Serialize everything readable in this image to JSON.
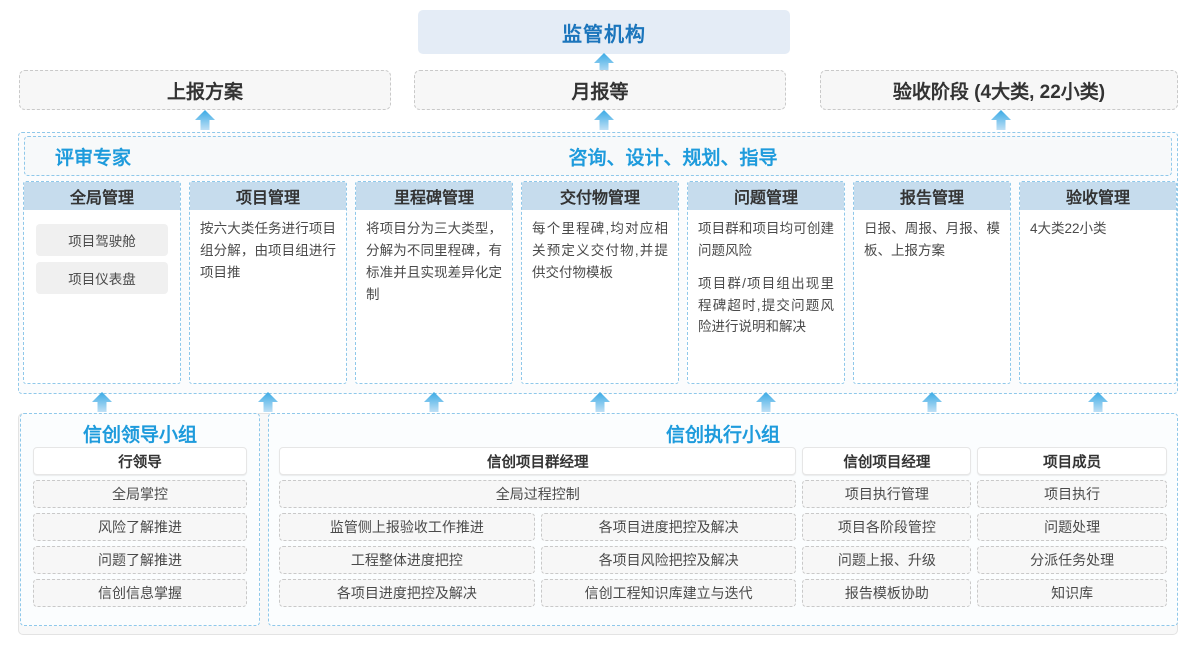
{
  "top": {
    "regulator": "监管机构",
    "channels": [
      {
        "label": "上报方案"
      },
      {
        "label": "月报等"
      },
      {
        "label": "验收阶段 (4大类, 22小类)"
      }
    ]
  },
  "middle": {
    "band_left_label": "评审专家",
    "band_right_label": "咨询、设计、规划、指导",
    "columns": [
      {
        "title": "全局管理",
        "paragraphs": [],
        "chips": [
          "项目驾驶舱",
          "项目仪表盘"
        ]
      },
      {
        "title": "项目管理",
        "paragraphs": [
          "按六大类任务进行项目组分解，由项目组进行项目推"
        ],
        "chips": []
      },
      {
        "title": "里程碑管理",
        "paragraphs": [
          "将项目分为三大类型，分解为不同里程碑，有标准并且实现差异化定制"
        ],
        "chips": []
      },
      {
        "title": "交付物管理",
        "paragraphs": [
          "每个里程碑,均对应相关预定义交付物,并提供交付物模板"
        ],
        "chips": []
      },
      {
        "title": "问题管理",
        "paragraphs": [
          "项目群和项目均可创建问题风险",
          "项目群/项目组出现里程碑超时,提交问题风险进行说明和解决"
        ],
        "chips": []
      },
      {
        "title": "报告管理",
        "paragraphs": [
          "日报、周报、月报、模板、上报方案"
        ],
        "chips": []
      },
      {
        "title": "验收管理",
        "paragraphs": [
          "4大类22小类"
        ],
        "chips": []
      }
    ]
  },
  "bottom": {
    "leader_group": {
      "title": "信创领导小组",
      "role": "行领导",
      "items": [
        "全局掌控",
        "风险了解推进",
        "问题了解推进",
        "信创信息掌握"
      ]
    },
    "exec_group": {
      "title": "信创执行小组",
      "program_manager": {
        "role": "信创项目群经理",
        "full_width_item": "全局过程控制",
        "left_items": [
          "监管侧上报验收工作推进",
          "工程整体进度把控",
          "各项目进度把控及解决"
        ],
        "right_items": [
          "各项目进度把控及解决",
          "各项目风险把控及解决",
          "信创工程知识库建立与迭代"
        ]
      },
      "project_manager": {
        "role": "信创项目经理",
        "items": [
          "项目执行管理",
          "项目各阶段管控",
          "问题上报、升级",
          "报告模板协助"
        ]
      },
      "member": {
        "role": "项目成员",
        "items": [
          "项目执行",
          "问题处理",
          "分派任务处理",
          "知识库"
        ]
      }
    }
  },
  "colors": {
    "accent_blue": "#1e9bdc",
    "title_blue": "#1b75bc",
    "header_fill": "#c6dced",
    "regulator_fill": "#e4ecf6",
    "dashed_blue": "#8fc8ea",
    "chip_gray": "#f0f0f0"
  }
}
